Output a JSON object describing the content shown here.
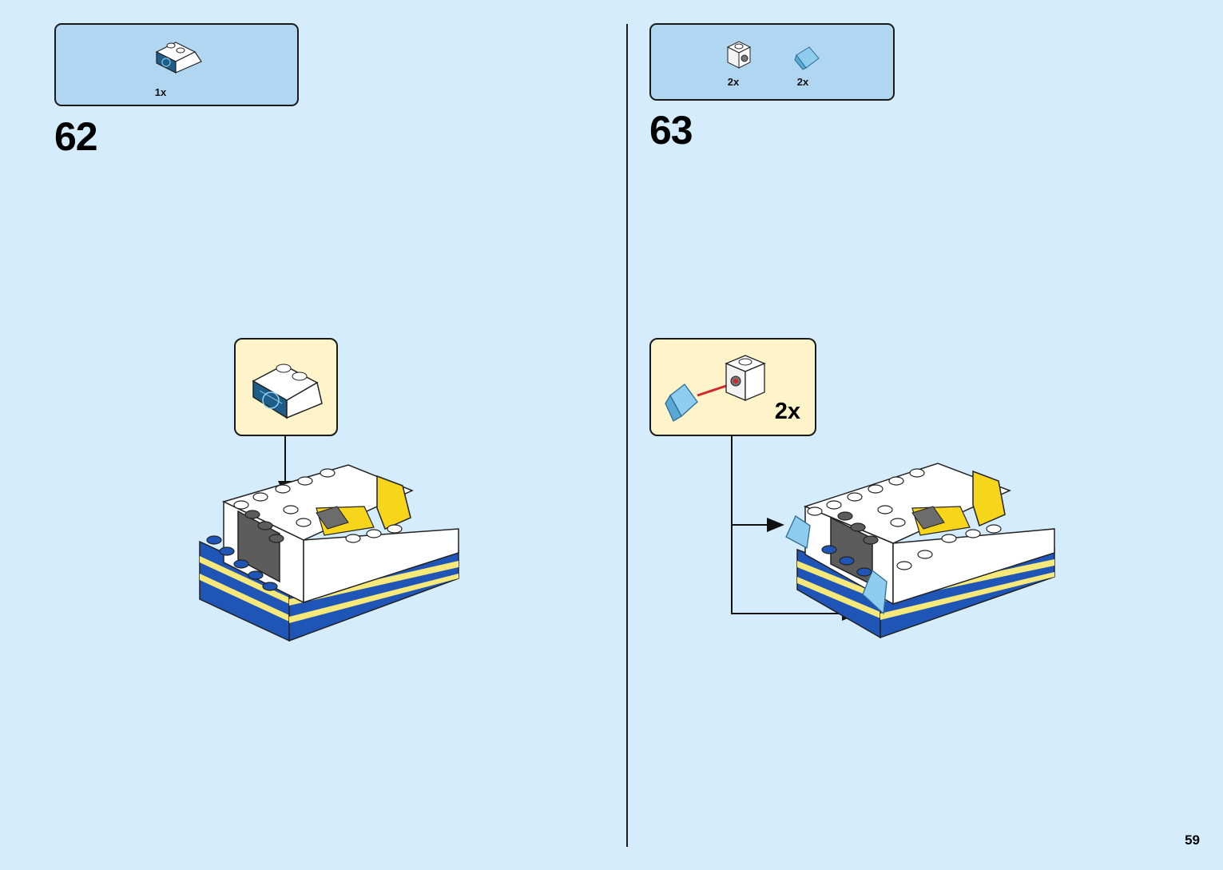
{
  "steps": [
    {
      "number": "62",
      "parts": [
        {
          "name": "slope-2x2-printed-dashboard",
          "quantity": "1x"
        }
      ]
    },
    {
      "number": "63",
      "parts": [
        {
          "name": "brick-1x1-white-with-stud-side",
          "quantity": "2x"
        },
        {
          "name": "slope-transparent-light-blue",
          "quantity": "2x"
        }
      ],
      "subassembly_quantity": "2x"
    }
  ],
  "page_number": "59",
  "colors": {
    "background": "#d4ecfb",
    "parts_list": "#b1d6f2",
    "callout": "#fef3c9",
    "blue": "#1e55b6",
    "yellow": "#f6d51b",
    "dark_gray": "#5c5c5c",
    "trans_blue": "#8fcdf0",
    "connector_red": "#d3262c"
  }
}
